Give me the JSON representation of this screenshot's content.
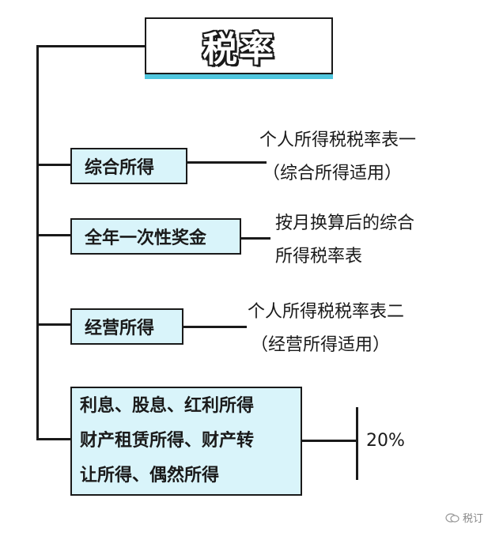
{
  "title": "税率",
  "categories": [
    {
      "label_lines": [
        "综合所得"
      ],
      "rate_lines": [
        "个人所得税税率表一",
        "（综合所得适用）"
      ]
    },
    {
      "label_lines": [
        "全年一次性奖金"
      ],
      "rate_lines": [
        "按月换算后的综合",
        "所得税率表"
      ]
    },
    {
      "label_lines": [
        "经营所得"
      ],
      "rate_lines": [
        "个人所得税税率表二",
        "（经营所得适用）"
      ]
    },
    {
      "label_lines": [
        "利息、股息、红利所得",
        "财产租赁所得、财产转",
        "让所得、偶然所得"
      ],
      "rate_lines": [
        "20%"
      ]
    }
  ],
  "watermark": {
    "text": "税订",
    "icon": "wechat-icon"
  },
  "colors": {
    "box_fill": "#d9f4fa",
    "title_shadow": "#4fc6de",
    "line": "#1a1a1a"
  }
}
